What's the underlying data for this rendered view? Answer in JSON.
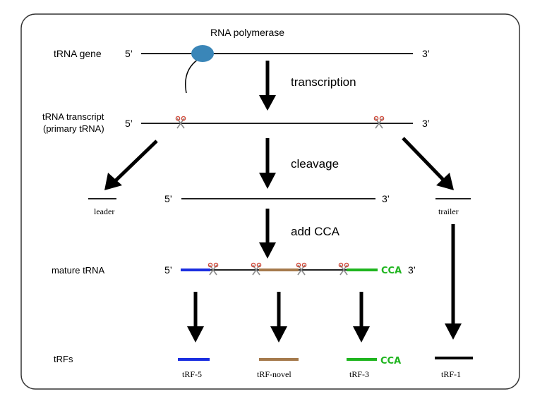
{
  "labels": {
    "rna_polymerase": "RNA polymerase",
    "trna_gene": "tRNA gene",
    "trna_transcript_line1": "tRNA transcript",
    "trna_transcript_line2": "(primary tRNA)",
    "mature_trna": "mature tRNA",
    "trfs": "tRFs",
    "leader": "leader",
    "trailer": "trailer"
  },
  "steps": {
    "transcription": "transcription",
    "cleavage": "cleavage",
    "add_cca": "add CCA"
  },
  "ends": {
    "five_prime": "5’",
    "three_prime": "3’"
  },
  "cca": "CCA",
  "fragments": {
    "trf5": "tRF-5",
    "trf_novel": "tRF-novel",
    "trf3": "tRF-3",
    "trf1": "tRF-1"
  },
  "colors": {
    "trf5": "#1a2ee0",
    "trf_novel": "#a57a4c",
    "trf3": "#1fb51f",
    "trf1": "#000000",
    "polymerase": "#3a86b8",
    "scissors": "#d04a3a"
  }
}
